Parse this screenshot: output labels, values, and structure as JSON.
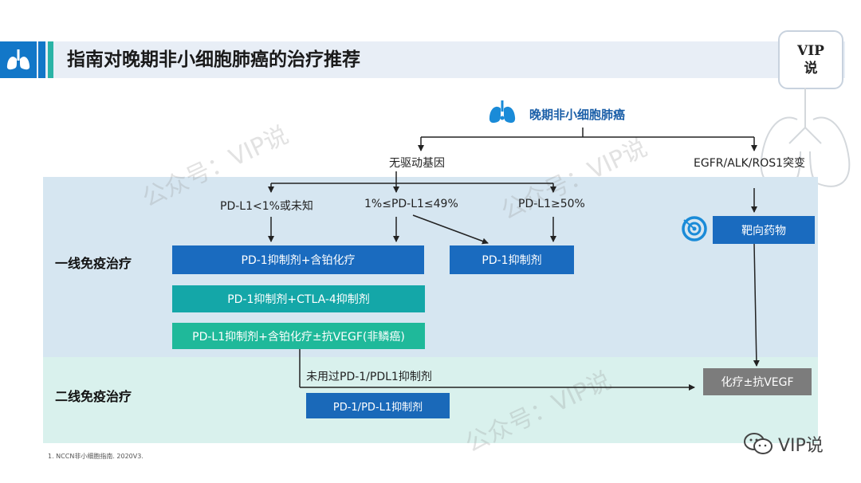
{
  "header": {
    "title": "指南对晚期非小细胞肺癌的治疗推荐",
    "logo_line1": "VIP",
    "logo_line2": "说"
  },
  "diagram": {
    "root": "晚期非小细胞肺癌",
    "no_driver": "无驱动基因",
    "mutation": "EGFR/ALK/ROS1突变",
    "pdl1_low": "PD-L1<1%或未知",
    "pdl1_mid": "1%≤PD-L1≤49%",
    "pdl1_high": "PD-L1≥50%",
    "row_first": "一线免疫治疗",
    "row_second": "二线免疫治疗",
    "box_pd1_chemo": "PD-1抑制剂+含铂化疗",
    "box_pd1": "PD-1抑制剂",
    "box_targeted": "靶向药物",
    "box_ctla4": "PD-1抑制剂+CTLA-4抑制剂",
    "box_pdl1_vegf": "PD-L1抑制剂+含铂化疗±抗VEGF(非鳞癌)",
    "not_used": "未用过PD-1/PDL1抑制剂",
    "box_chemo_vegf": "化疗±抗VEGF",
    "box_second": "PD-1/PD-L1抑制剂"
  },
  "watermarks": [
    "公众号：VIP说",
    "公众号：VIP说",
    "公众号：VIP说"
  ],
  "footnote": "1. NCCN非小细胞指南. 2020V3.",
  "wechat_label": "VIP说",
  "colors": {
    "primary_blue": "#1a6bbf",
    "teal": "#14a7a8",
    "green": "#1fb99a",
    "gray": "#7c7c7c",
    "band1": "#d6e6f1",
    "band2": "#d9f1ed"
  }
}
